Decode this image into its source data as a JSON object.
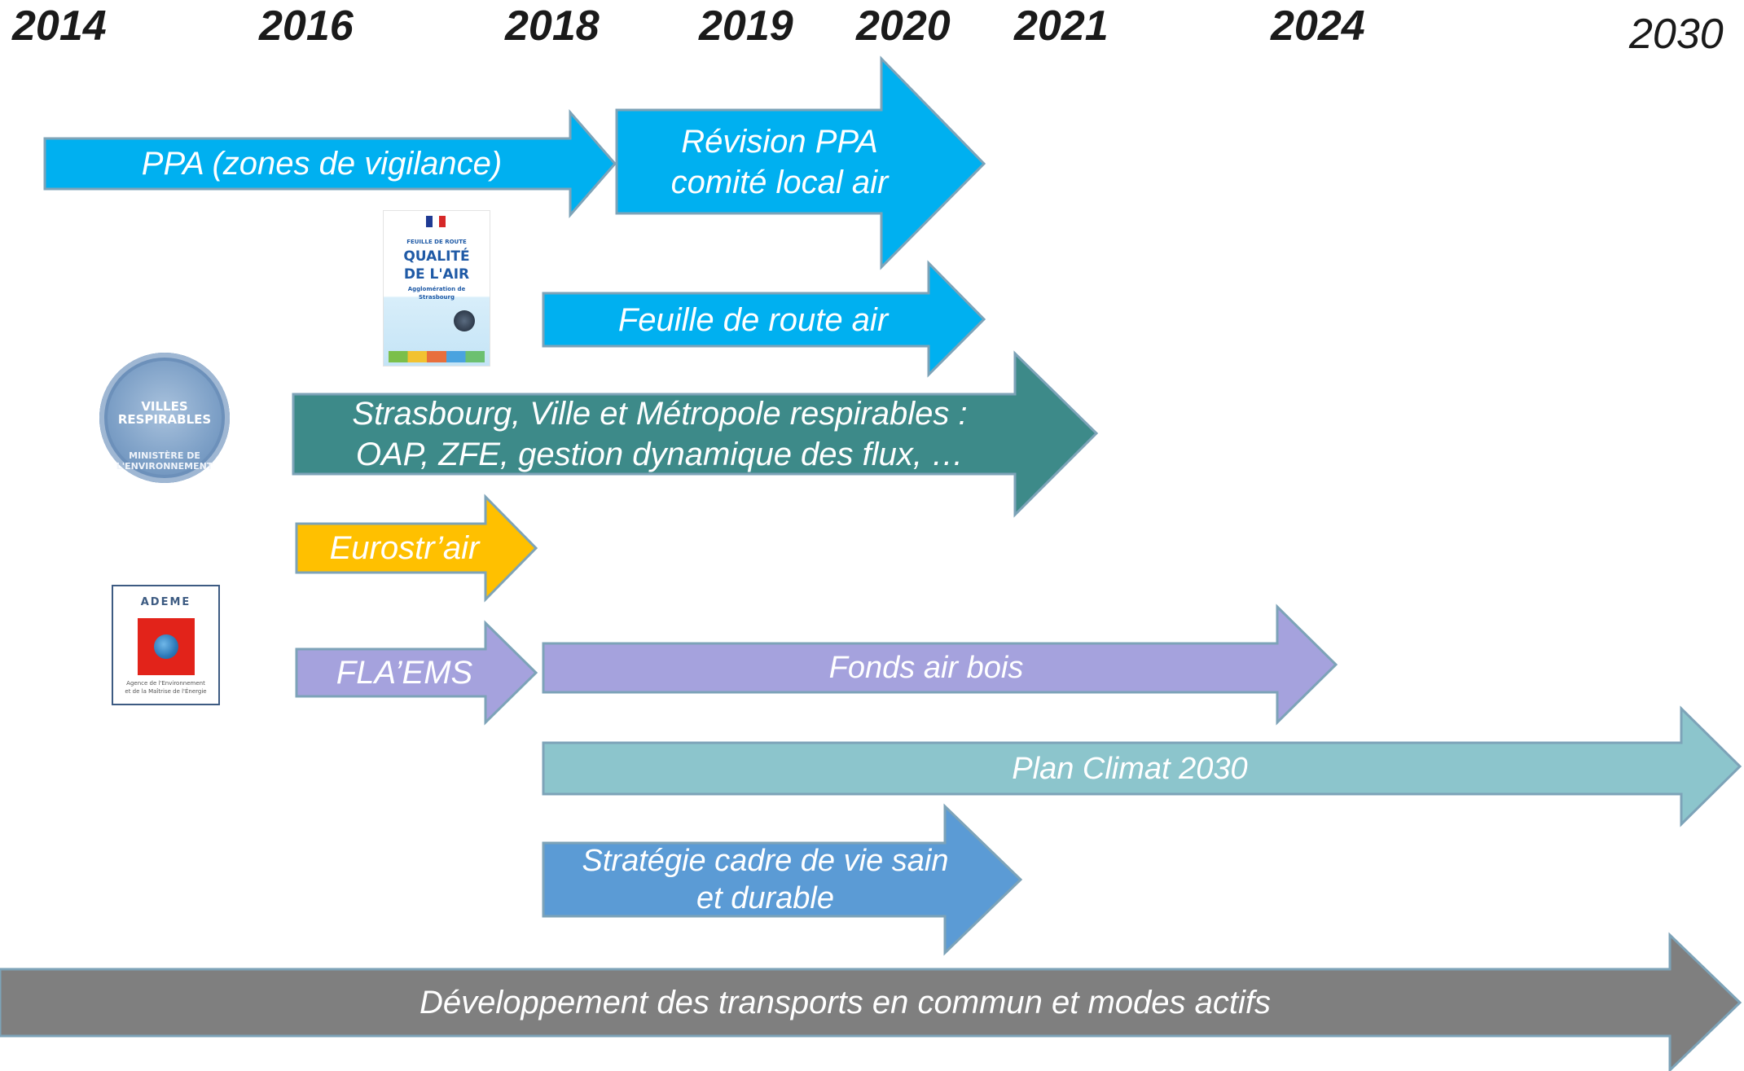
{
  "timeline": {
    "years": [
      {
        "label": "2014",
        "bold": true
      },
      {
        "label": "2016",
        "bold": true
      },
      {
        "label": "2018",
        "bold": true
      },
      {
        "label": "2019",
        "bold": true
      },
      {
        "label": "2020",
        "bold": true
      },
      {
        "label": "2021",
        "bold": true
      },
      {
        "label": "2024",
        "bold": true
      },
      {
        "label": "2030",
        "bold": false
      }
    ]
  },
  "arrows": [
    {
      "id": "ppa",
      "lines": [
        "PPA (zones de vigilance)"
      ],
      "color": "#00b0f0"
    },
    {
      "id": "revision",
      "lines": [
        "Révision PPA",
        "comité local air"
      ],
      "color": "#00b0f0"
    },
    {
      "id": "feuille",
      "lines": [
        "Feuille de route air"
      ],
      "color": "#00b0f0"
    },
    {
      "id": "strasbourg",
      "lines": [
        "Strasbourg, Ville et Métropole respirables :",
        "OAP, ZFE, gestion dynamique des flux, …"
      ],
      "color": "#3d8a89"
    },
    {
      "id": "eurostrair",
      "lines": [
        "Eurostr’air"
      ],
      "color": "#ffc000"
    },
    {
      "id": "flaems",
      "lines": [
        "FLA’EMS"
      ],
      "color": "#a5a2dd"
    },
    {
      "id": "fonds",
      "lines": [
        "Fonds air bois"
      ],
      "color": "#a5a2dd"
    },
    {
      "id": "plan",
      "lines": [
        "Plan Climat 2030"
      ],
      "color": "#8cc5cc"
    },
    {
      "id": "strategie",
      "lines": [
        "Stratégie cadre de vie sain",
        "et durable"
      ],
      "color": "#5b9bd5"
    },
    {
      "id": "transports",
      "lines": [
        "Développement des transports en commun et modes actifs"
      ],
      "color": "#7f7f7f"
    }
  ],
  "logos": {
    "villes_respirables": {
      "center": "VILLES RESPIRABLES",
      "ring": "MINISTÈRE DE L'ENVIRONNEMENT"
    },
    "feuille_de_route": {
      "line1": "FEUILLE DE ROUTE",
      "line2": "QUALITÉ",
      "line3": "DE L'AIR",
      "line4": "Agglomération de",
      "line5": "Strasbourg"
    },
    "ademe": {
      "name": "ADEME",
      "caption1": "Agence de l'Environnement",
      "caption2": "et de la Maîtrise de l'Énergie"
    }
  }
}
